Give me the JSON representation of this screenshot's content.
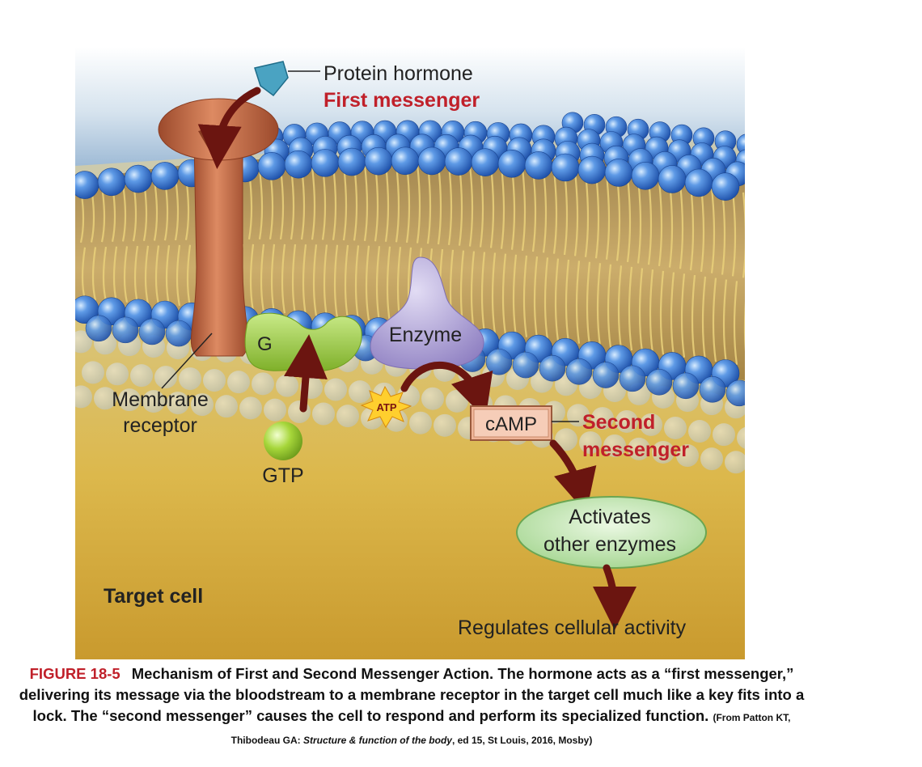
{
  "diagram": {
    "labels": {
      "hormone": "Protein hormone",
      "first_messenger": "First messenger",
      "membrane_receptor_line1": "Membrane",
      "membrane_receptor_line2": "receptor",
      "g_protein": "G",
      "gtp": "GTP",
      "enzyme": "Enzyme",
      "atp": "ATP",
      "camp": "cAMP",
      "second_messenger_line1": "Second",
      "second_messenger_line2": "messenger",
      "activates_line1": "Activates",
      "activates_line2": "other enzymes",
      "target_cell": "Target cell",
      "regulates": "Regulates cellular activity"
    },
    "colors": {
      "red_text": "#c0202a",
      "arrow": "#6b1510",
      "receptor": "#c46a45",
      "head_blue": "#3d7fd6",
      "g_protein": "#9ecf3f",
      "enzyme": "#a89ad0",
      "camp_box": "#efb498",
      "activates_ellipse": "#bfe5ac",
      "cell_yellow": "#d9b84a"
    }
  },
  "caption": {
    "figure_label": "FIGURE 18-5",
    "text": "Mechanism of First and Second Messenger Action. The hormone acts as a “first messenger,” delivering its message via the bloodstream to a membrane receptor in the target cell much like a key fits into a lock. The “second messenger” causes the cell to respond and perform its specialized function.",
    "credit_prefix": "(From Patton KT, Thibodeau GA: ",
    "credit_title": "Structure & function of the body",
    "credit_suffix": ", ed 15, St Louis, 2016, Mosby)"
  }
}
